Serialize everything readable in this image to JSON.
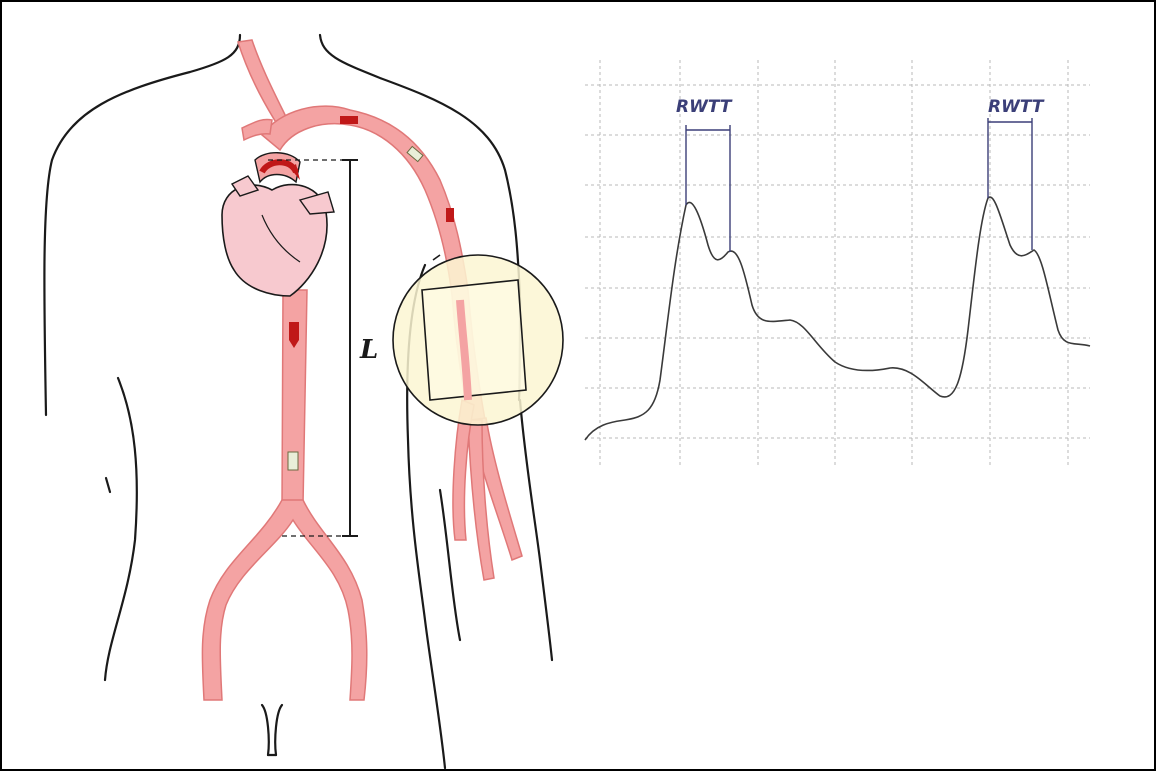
{
  "diagram": {
    "length_label": "L",
    "waveform_labels": [
      "RWTT",
      "RWTT"
    ],
    "colors": {
      "artery_fill": "#f4a3a3",
      "artery_stroke": "#e07878",
      "heart_fill": "#f7c9cf",
      "arrow_dark": "#c01818",
      "arrow_light": "#e9eed8",
      "cuff_circle_fill": "#fbf6d2",
      "grid": "#b8b8b8",
      "waveform": "#3a3a3a",
      "rwtt_marker": "#3b3f78",
      "outline": "#1a1a1a"
    },
    "icons": [
      "heart-icon",
      "pressure-cuff-icon",
      "flow-arrow-icon"
    ]
  }
}
